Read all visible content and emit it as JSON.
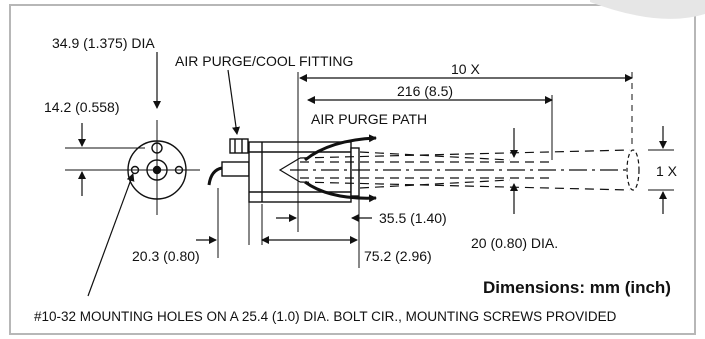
{
  "labels": {
    "face_dia": "34.9 (1.375) DIA",
    "fitting": "AIR PURGE/COOL FITTING",
    "offset": "14.2 (0.558)",
    "purge_path": "AIR PURGE PATH",
    "distance": "10 X",
    "focus_distance": "216 (8.5)",
    "spot_size": "1 X",
    "length_a": "35.5 (1.40)",
    "length_b": "20.3 (0.80)",
    "length_c": "75.2 (2.96)",
    "spot_dia": "20 (0.80) DIA.",
    "units_note": "Dimensions: mm (inch)",
    "mounting_note": "#10-32 MOUNTING HOLES ON A 25.4 (1.0) DIA. BOLT CIR., MOUNTING SCREWS PROVIDED"
  },
  "colors": {
    "line": "#111111",
    "border": "#b7b7b7",
    "corner": "#e6e6e6"
  }
}
